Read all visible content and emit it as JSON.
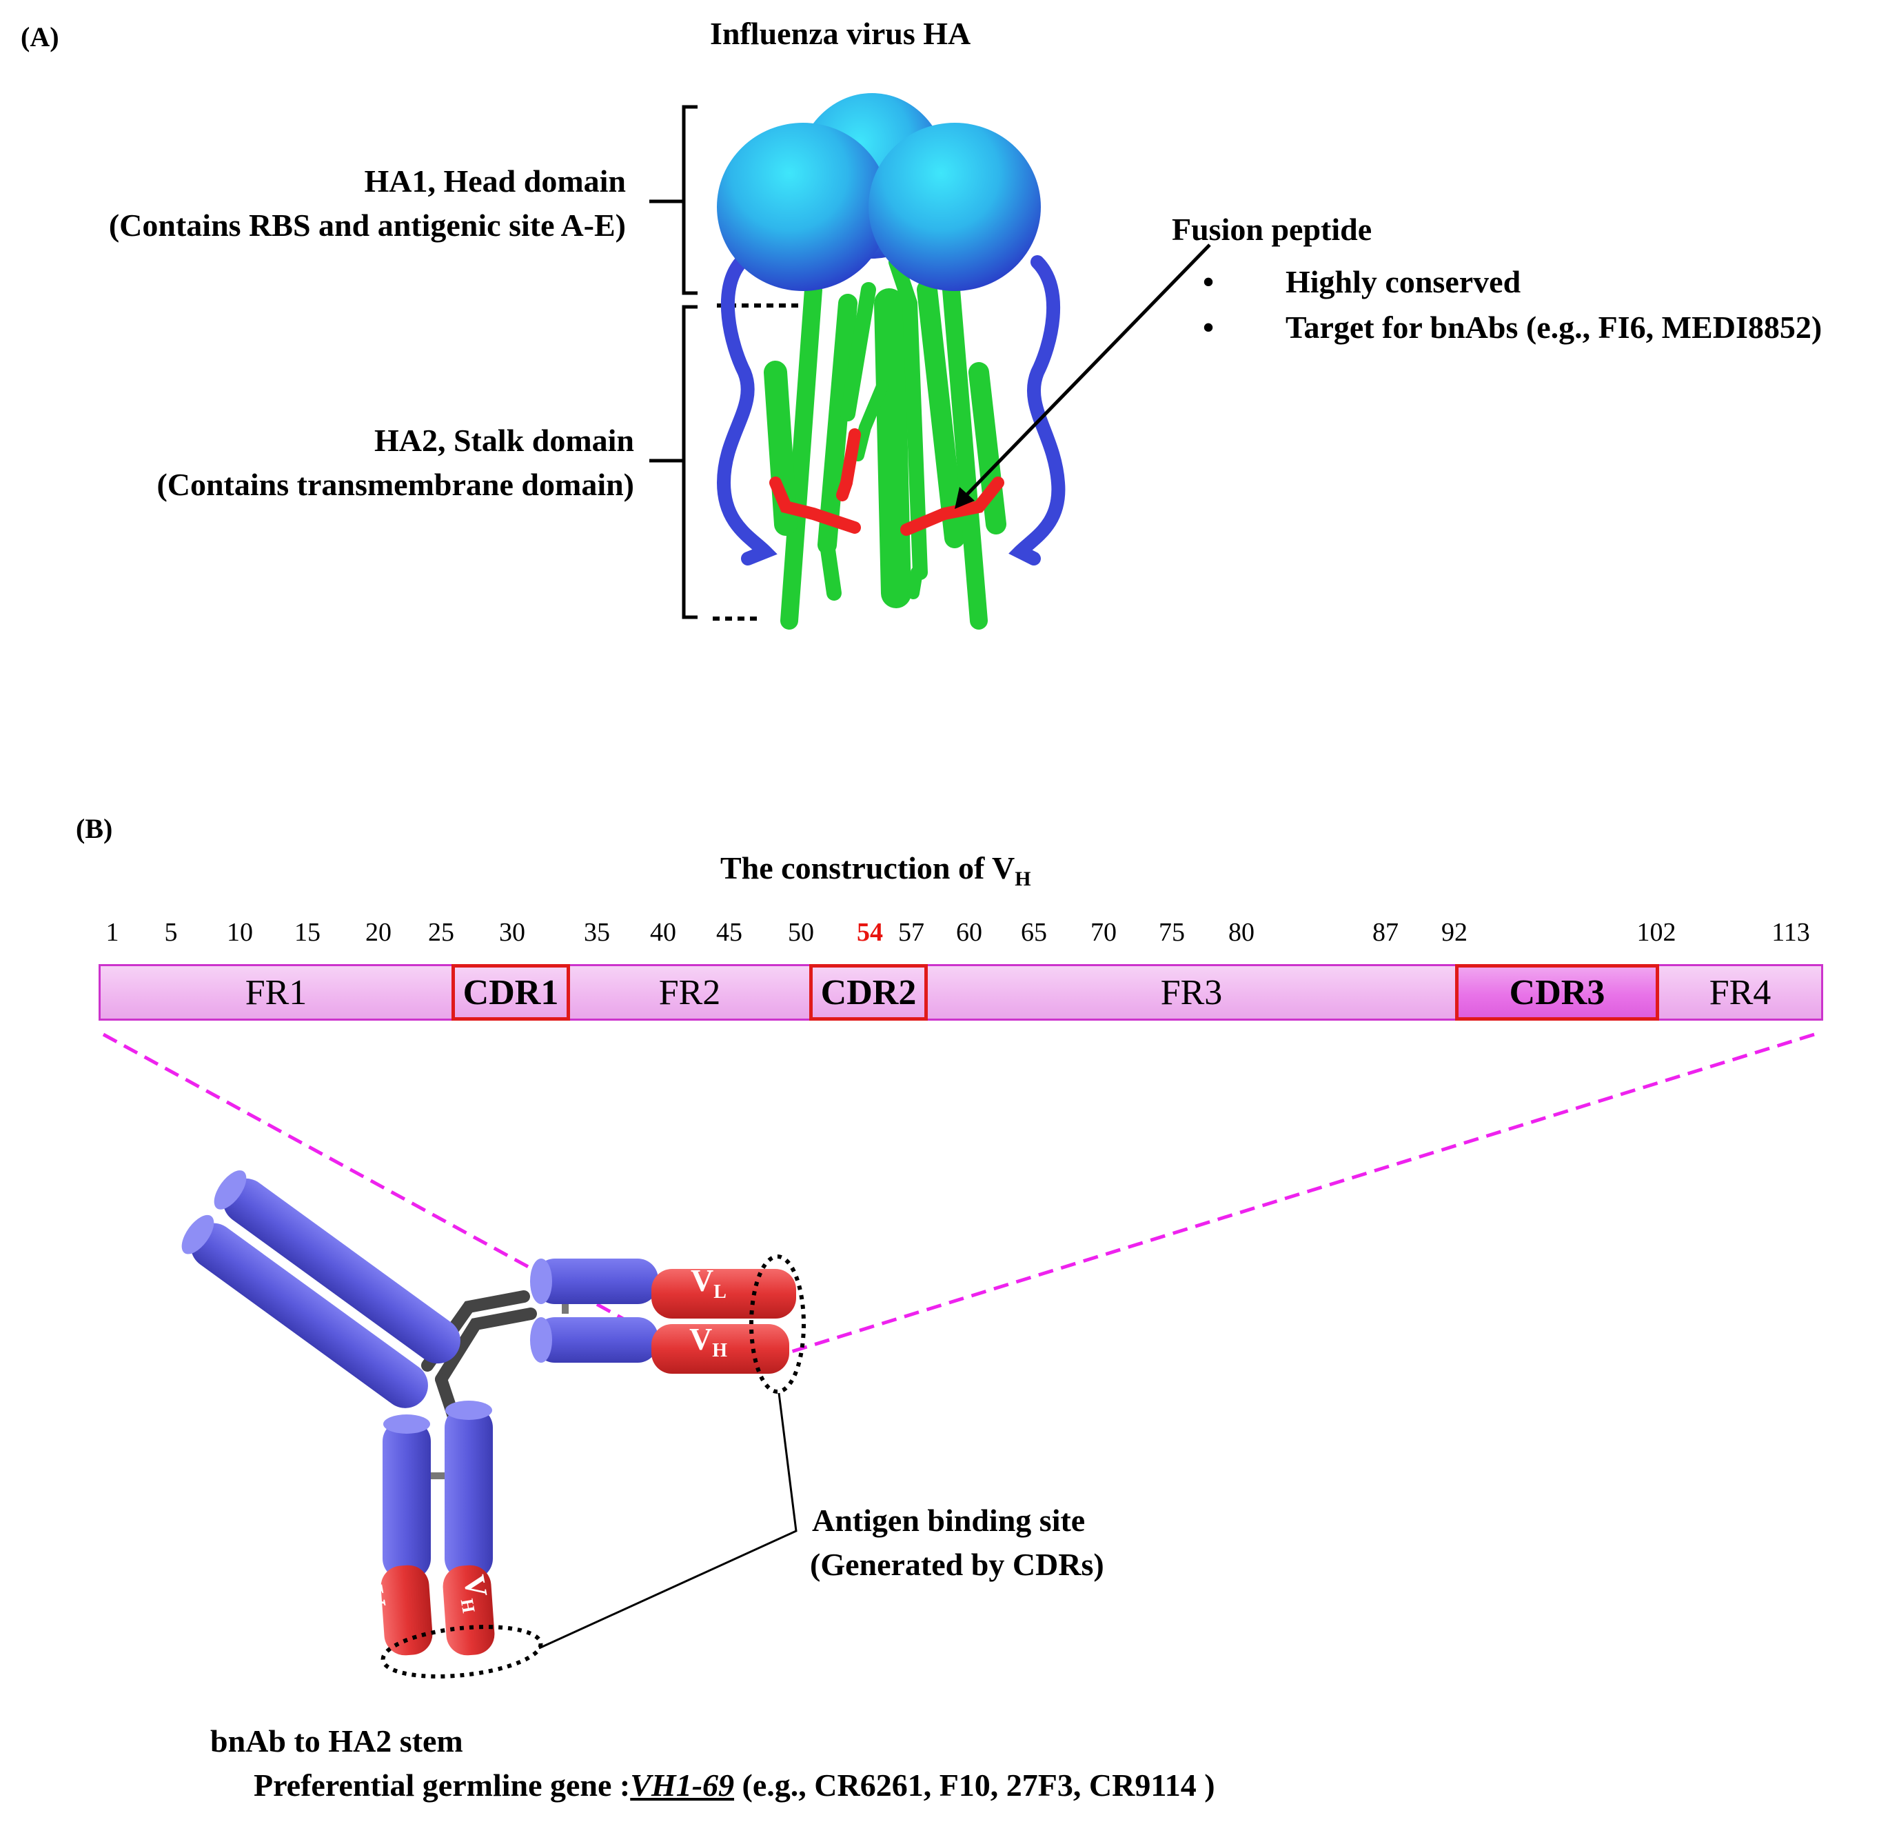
{
  "panel_a": {
    "label": "(A)",
    "title": "Influenza virus HA",
    "ha1_line1": "HA1, Head domain",
    "ha1_line2": "(Contains RBS and antigenic site A-E)",
    "ha2_line1": "HA2, Stalk domain",
    "ha2_line2": "(Contains transmembrane domain)",
    "fusion_title": "Fusion peptide",
    "fusion_bullets": [
      "Highly conserved",
      "Target for bnAbs (e.g., FI6, MEDI8852)"
    ],
    "bullet_char": "•"
  },
  "panel_b": {
    "label": "(B)",
    "title_main": "The construction of V",
    "title_sub": "H",
    "positions": [
      "1",
      "5",
      "10",
      "15",
      "20",
      "25",
      "30",
      "35",
      "40",
      "45",
      "50",
      "54",
      "57",
      "60",
      "65",
      "70",
      "75",
      "80",
      "87",
      "92",
      "102",
      "113"
    ],
    "highlight_position": "54",
    "regions": [
      "FR1",
      "CDR1",
      "FR2",
      "CDR2",
      "FR3",
      "CDR3",
      "FR4"
    ],
    "vl_main": "V",
    "vl_sub": "L",
    "vh_main": "V",
    "vh_sub": "H",
    "antigen_line1": "Antigen binding site",
    "antigen_line2": "(Generated by CDRs)",
    "bnab_label": "bnAb to HA2 stem",
    "germline_prefix": "Preferential germline gene :",
    "germline_gene": "VH1-69",
    "germline_suffix": " (e.g., CR6261, F10, 27F3, CR9114 )"
  },
  "colors": {
    "head_light": "#38d8f5",
    "head_dark": "#2a3ec8",
    "loop_blue": "#3a46d8",
    "helix_green": "#22cc33",
    "fusion_red": "#ee2222",
    "fr_pink": "#f3c4f3",
    "cdr_border": "#e01a1a",
    "dash_magenta": "#ee22ee",
    "ab_blue": "#5b5bdc",
    "ab_red": "#e23434"
  }
}
